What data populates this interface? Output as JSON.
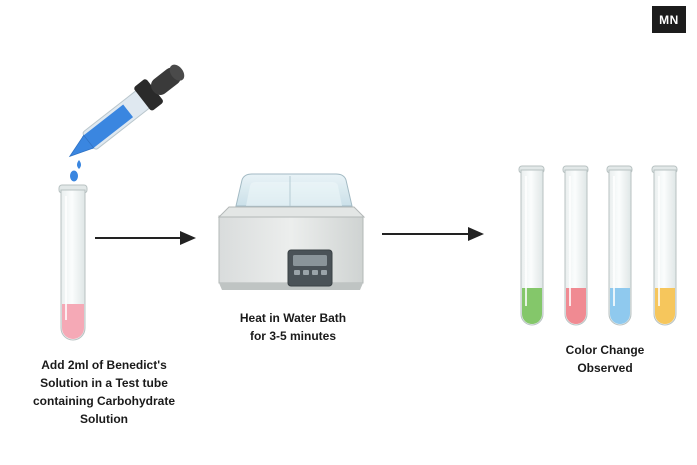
{
  "badge": {
    "text": "MN"
  },
  "steps": [
    {
      "caption": "Add 2ml of Benedict's\nSolution in a Test tube\ncontaining Carbohydrate\nSolution"
    },
    {
      "caption": "Heat in Water Bath\nfor 3-5 minutes"
    },
    {
      "caption": "Color Change\nObserved"
    }
  ],
  "colors": {
    "reagent_blue": "#3a86e0",
    "sample_pink": "#f5a9b6",
    "result_green": "#84c76a",
    "result_red": "#f08a92",
    "result_blue": "#8fc9ee",
    "result_yellow": "#f6c65c",
    "arrow": "#222222"
  },
  "icons": [
    "dropper-icon",
    "test-tube-icon",
    "water-bath-icon",
    "arrow-icon"
  ]
}
